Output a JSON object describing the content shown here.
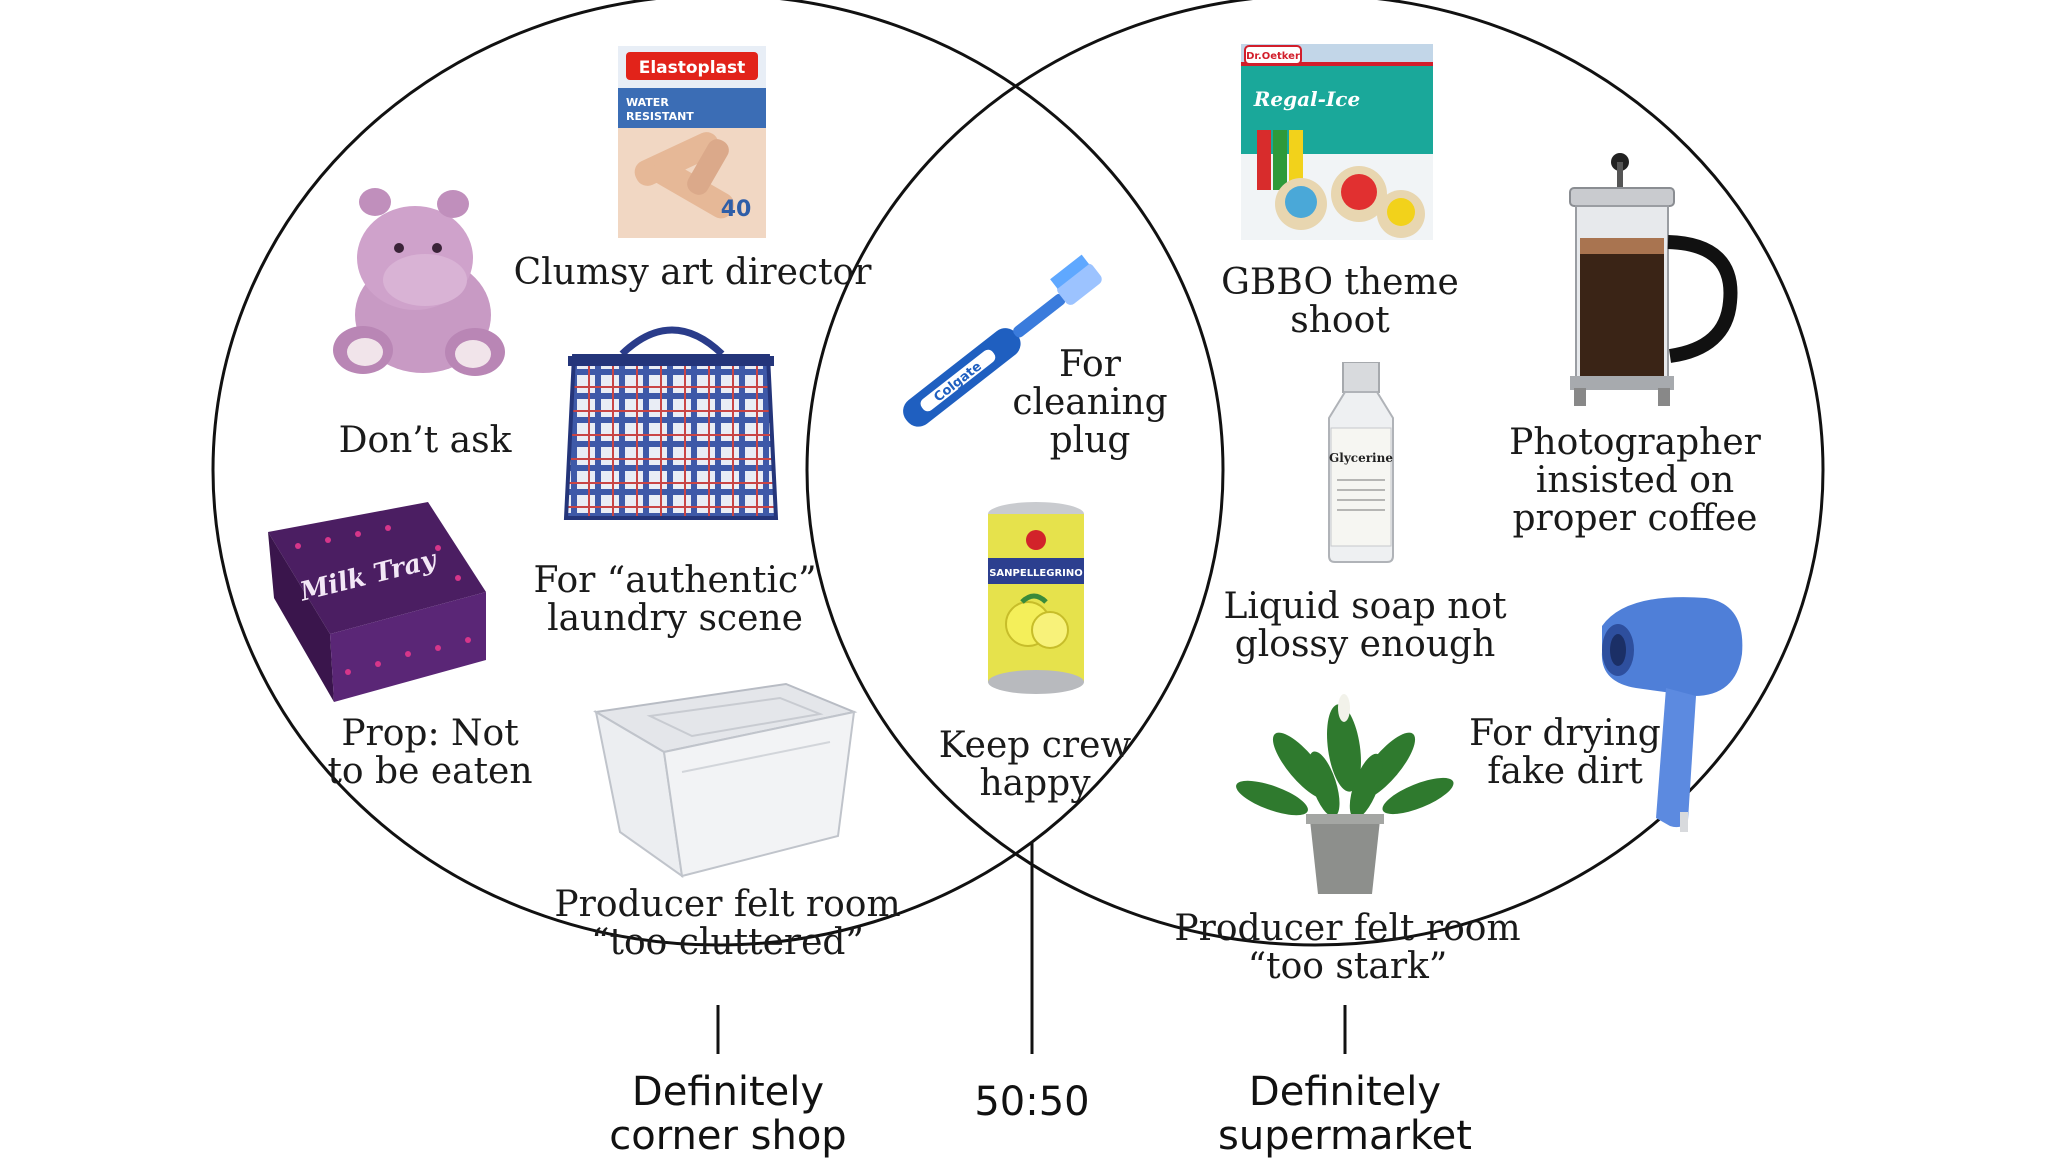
{
  "diagram": {
    "type": "venn",
    "sets": [
      {
        "key": "corner_shop",
        "label": [
          "Definitely",
          "corner shop"
        ]
      },
      {
        "key": "supermarket",
        "label": [
          "Definitely",
          "supermarket"
        ]
      }
    ],
    "overlap_label": "50:50"
  },
  "items": {
    "hippo": {
      "icon": "stuffed-hippo-toy",
      "caption": [
        "Don’t ask"
      ]
    },
    "plasters": {
      "icon": "elastoplast-box",
      "brand": "Elastoplast",
      "box_line1": "WATER",
      "box_line2": "RESISTANT",
      "box_count": "40",
      "caption": [
        "Clumsy art director"
      ]
    },
    "laundry_bag": {
      "icon": "checked-laundry-bag",
      "caption": [
        "For “authentic”",
        "laundry scene"
      ]
    },
    "milk_tray": {
      "icon": "milk-tray-chocolate-box",
      "brand": "Milk Tray",
      "caption": [
        "Prop: Not",
        "to be eaten"
      ]
    },
    "storage_box": {
      "icon": "plastic-storage-box",
      "caption": [
        "Producer felt room",
        "“too cluttered”"
      ]
    },
    "toothbrush": {
      "icon": "toothbrush",
      "brand": "Colgate",
      "caption": [
        "For",
        "cleaning",
        "plug"
      ]
    },
    "soda_can": {
      "icon": "sanpellegrino-can",
      "brand": "SANPELLEGRINO",
      "caption": [
        "Keep crew",
        "happy"
      ]
    },
    "icing": {
      "icon": "regal-ice-icing-box",
      "brand": "Dr.Oetker",
      "product": "Regal-Ice",
      "caption": [
        "GBBO theme",
        "shoot"
      ]
    },
    "glycerine": {
      "icon": "glycerine-bottle",
      "product": "Glycerine",
      "caption": [
        "Liquid soap not",
        "glossy enough"
      ]
    },
    "cafetiere": {
      "icon": "cafetiere",
      "caption": [
        "Photographer",
        "insisted on",
        "proper coffee"
      ]
    },
    "hairdryer": {
      "icon": "hairdryer",
      "caption": [
        "For drying",
        "fake dirt"
      ]
    },
    "plant": {
      "icon": "potted-plant",
      "caption": [
        "Producer felt room",
        "“too stark”"
      ]
    }
  },
  "colors": {
    "outline": "#111111",
    "hippo": "#c89ac4",
    "milk_tray": "#4b1e62",
    "elastoplast": "#e2231a",
    "toothbrush": "#1f5fc0",
    "can": "#e6e24c",
    "icing_teal": "#1aa89a",
    "hairdryer": "#4f7fd8"
  }
}
